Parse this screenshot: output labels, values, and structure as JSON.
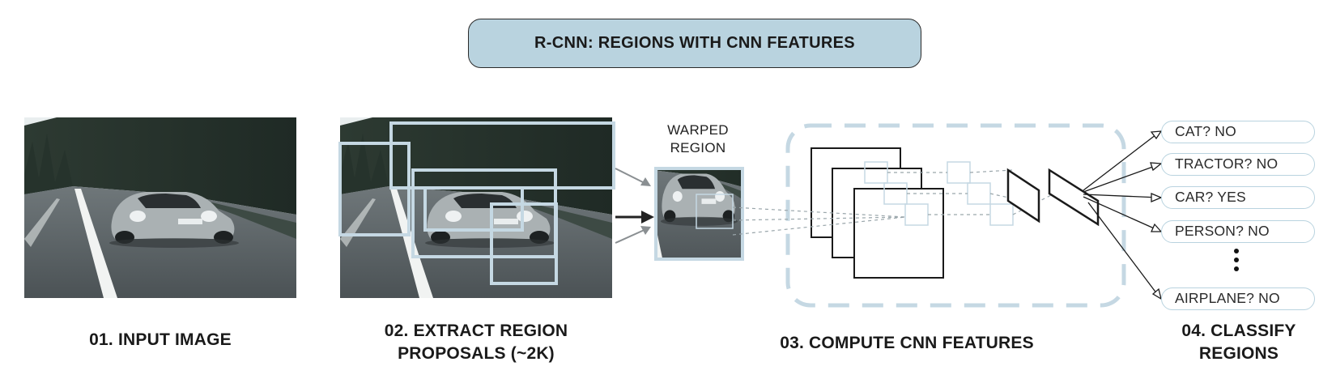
{
  "title": "R-CNN: REGIONS WITH CNN FEATURES",
  "steps": [
    {
      "line1": "01. INPUT IMAGE",
      "line2": ""
    },
    {
      "line1": "02. EXTRACT REGION",
      "line2": "PROPOSALS (~2K)"
    },
    {
      "line1": "03. COMPUTE CNN FEATURES",
      "line2": ""
    },
    {
      "line1": "04. CLASSIFY",
      "line2": "REGIONS"
    }
  ],
  "warped_region": {
    "line1": "WARPED",
    "line2": "REGION"
  },
  "classes": [
    {
      "label": "CAT? NO"
    },
    {
      "label": "TRACTOR? NO"
    },
    {
      "label": "CAR? YES"
    },
    {
      "label": "PERSON? NO"
    },
    {
      "label": "AIRPLANE? NO"
    }
  ],
  "colors": {
    "accent": "#b9d3df",
    "line": "#1a1a1a",
    "box": "#c5d8e3"
  },
  "images": [
    "car-photo",
    "car-photo-with-region-proposals",
    "warped-car-crop"
  ]
}
